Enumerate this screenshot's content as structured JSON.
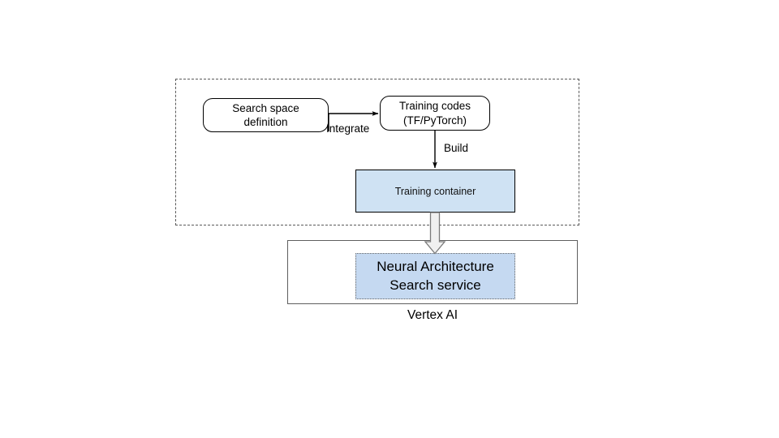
{
  "diagram": {
    "title_label": "Vertex AI",
    "grouping_region": {
      "name": "user-provided-assets",
      "border_style": "dashed"
    },
    "nodes": [
      {
        "id": "search-space-definition",
        "label_line1": "Search space",
        "label_line2": "definition",
        "shape": "rounded-rect",
        "fill": "#ffffff",
        "stroke": "#000000"
      },
      {
        "id": "training-codes",
        "label_line1": "Training codes",
        "label_line2": "(TF/PyTorch)",
        "shape": "rounded-rect",
        "fill": "#ffffff",
        "stroke": "#000000"
      },
      {
        "id": "training-container",
        "label": "Training container",
        "shape": "rect",
        "fill": "#cfe2f3",
        "stroke": "#000000"
      },
      {
        "id": "neural-architecture-search-service",
        "label_line1": "Neural Architecture",
        "label_line2": "Search service",
        "shape": "rect",
        "fill": "#c5d9f1",
        "stroke": "#666666",
        "border_style": "dotted"
      },
      {
        "id": "vertex-ai-container",
        "label": "Vertex AI",
        "shape": "rect",
        "fill": "#ffffff",
        "stroke": "#5f5f5f"
      }
    ],
    "edges": [
      {
        "id": "integrate-edge",
        "label": "Integrate",
        "from": "search-space-definition",
        "to": "training-codes",
        "style": "thin-arrow"
      },
      {
        "id": "build-edge",
        "label": "Build",
        "from": "training-codes",
        "to": "training-container",
        "style": "thin-arrow"
      },
      {
        "id": "deploy-edge",
        "label": "",
        "from": "training-container",
        "to": "neural-architecture-search-service",
        "style": "block-arrow"
      }
    ]
  },
  "colors": {
    "training_container_fill": "#cfe2f3",
    "nas_service_fill": "#c5d9f1",
    "dashed_region_stroke": "#5a5a5a",
    "vertex_box_stroke": "#5f5f5f",
    "arrow_stroke": "#000000",
    "block_arrow_fill": "#f0f0f0"
  }
}
